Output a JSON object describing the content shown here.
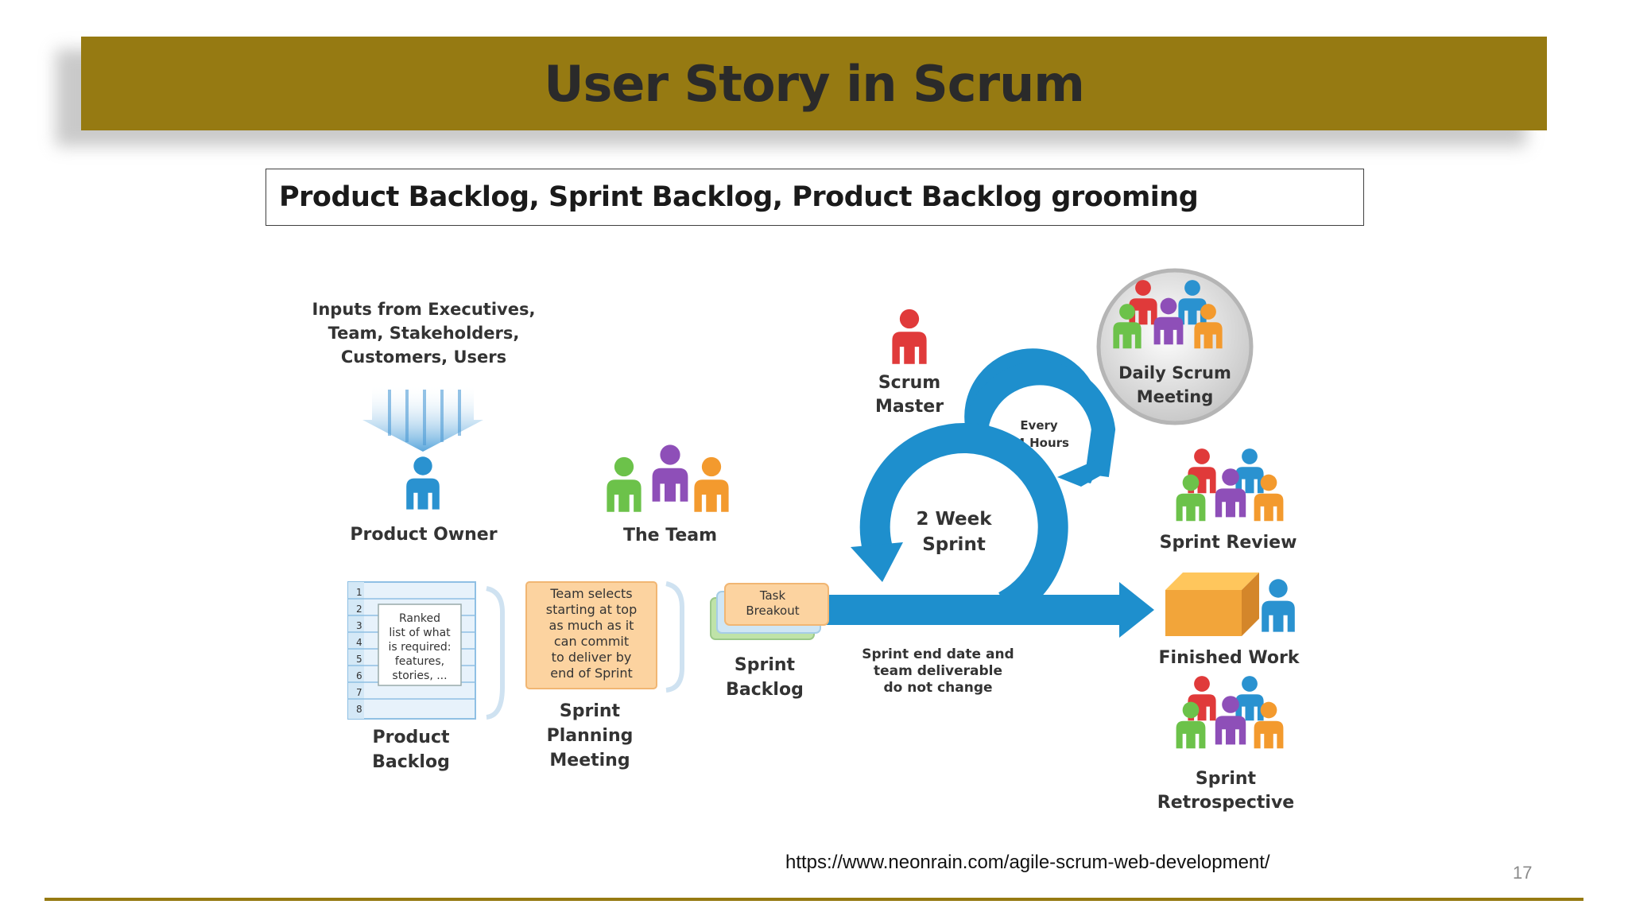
{
  "slide": {
    "title": "User Story in Scrum",
    "subtitle": "Product Backlog, Sprint Backlog, Product Backlog grooming",
    "source_url": "https://www.neonrain.com/agile-scrum-web-development/",
    "page_number": "17"
  },
  "diagram": {
    "inputs": [
      "Inputs from Executives,",
      "Team, Stakeholders,",
      "Customers, Users"
    ],
    "product_owner": "Product Owner",
    "the_team": "The Team",
    "scrum_master": [
      "Scrum",
      "Master"
    ],
    "daily_scrum": [
      "Daily Scrum",
      "Meeting"
    ],
    "every_24": [
      "Every",
      "24 Hours"
    ],
    "sprint_cycle": [
      "2 Week",
      "Sprint"
    ],
    "backlog_rows": [
      "1",
      "2",
      "3",
      "4",
      "5",
      "6",
      "7",
      "8"
    ],
    "backlog_note": [
      "Ranked",
      "list of what",
      "is required:",
      "features,",
      "stories, ..."
    ],
    "product_backlog": [
      "Product",
      "Backlog"
    ],
    "planning_note": [
      "Team selects",
      "starting at top",
      "as much as it",
      "can commit",
      "to deliver by",
      "end of Sprint"
    ],
    "sprint_planning": [
      "Sprint",
      "Planning",
      "Meeting"
    ],
    "task_breakout": [
      "Task",
      "Breakout"
    ],
    "sprint_backlog": [
      "Sprint",
      "Backlog"
    ],
    "sprint_end_note": [
      "Sprint end date and",
      "team deliverable",
      "do not change"
    ],
    "sprint_review": "Sprint Review",
    "finished_work": "Finished Work",
    "sprint_retrospective": [
      "Sprint",
      "Retrospective"
    ]
  },
  "colors": {
    "accent": "#967a12",
    "arrow_blue": "#1e8fcd",
    "person_red": "#e03a3a",
    "person_blue": "#2a92d0",
    "person_green": "#6cc24a",
    "person_purple": "#8e4fb8",
    "person_orange": "#f39a2e",
    "card_orange": "#fcd3a0"
  }
}
